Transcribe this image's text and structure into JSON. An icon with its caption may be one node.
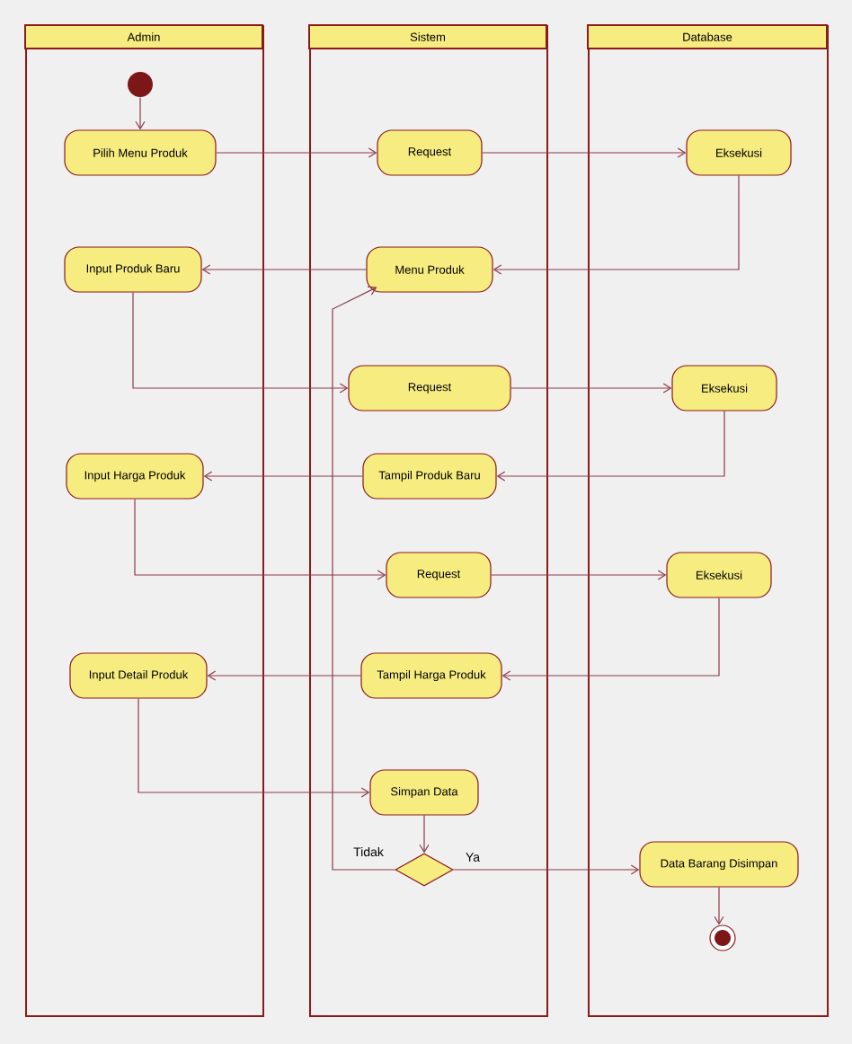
{
  "diagram": {
    "nodes": [
      {
        "text": [
          "Admin"
        ]
      },
      {
        "text": [
          "Sistem"
        ]
      },
      {
        "text": [
          "Database"
        ]
      },
      {
        "text": [],
        "shape": "circle",
        "in": 0
      },
      {
        "text": [
          "Pilih Menu Produk"
        ],
        "in": 0
      },
      {
        "text": [
          "Request"
        ],
        "in": 1
      },
      {
        "text": [
          "Eksekusi"
        ],
        "in": 2
      },
      {
        "text": [
          "Input Produk Baru"
        ],
        "in": 0
      },
      {
        "text": [
          "Menu Produk"
        ],
        "in": 1
      },
      {
        "text": [
          "Request"
        ],
        "in": 1
      },
      {
        "text": [
          "Eksekusi"
        ],
        "in": 2
      },
      {
        "text": [
          "Input Harga Produk"
        ],
        "in": 0
      },
      {
        "text": [
          "Tampil Produk Baru"
        ],
        "in": 1
      },
      {
        "text": [
          "Request"
        ],
        "in": 1
      },
      {
        "text": [
          "Eksekusi"
        ],
        "in": 2
      },
      {
        "text": [
          "Input Detail Produk"
        ],
        "in": 0
      },
      {
        "text": [
          "Tampil Harga Produk"
        ],
        "in": 1
      },
      {
        "text": [
          "Simpan Data"
        ],
        "in": 1
      },
      {
        "text": [],
        "shape": "diamond",
        "in": 1
      },
      {
        "text": [
          "Data Barang Disimpan"
        ],
        "in": 2
      },
      {
        "text": [],
        "shape": "circle",
        "in": 2
      }
    ],
    "edges": [
      {
        "from": 3,
        "to": 4,
        "arrow": "to"
      },
      {
        "from": 4,
        "to": 5,
        "arrow": "to"
      },
      {
        "from": 5,
        "to": 6,
        "arrow": "to"
      },
      {
        "from": 6,
        "to": 8,
        "arrow": "to"
      },
      {
        "from": 8,
        "to": 7,
        "arrow": "to"
      },
      {
        "from": 7,
        "to": 9,
        "arrow": "to"
      },
      {
        "from": 9,
        "to": 10,
        "arrow": "to"
      },
      {
        "from": 10,
        "to": 12,
        "arrow": "to"
      },
      {
        "from": 12,
        "to": 11,
        "arrow": "to"
      },
      {
        "from": 11,
        "to": 13,
        "arrow": "to"
      },
      {
        "from": 13,
        "to": 14,
        "arrow": "to"
      },
      {
        "from": 14,
        "to": 16,
        "arrow": "to"
      },
      {
        "from": 16,
        "to": 15,
        "arrow": "to"
      },
      {
        "from": 15,
        "to": 17,
        "arrow": "to"
      },
      {
        "from": 17,
        "to": 18,
        "arrow": "to"
      },
      {
        "from": 18,
        "to": 8,
        "arrow": "to",
        "label": "Tidak"
      },
      {
        "from": 18,
        "to": 19,
        "arrow": "to",
        "label": "Ya"
      },
      {
        "from": 19,
        "to": 20,
        "arrow": "to"
      }
    ]
  }
}
